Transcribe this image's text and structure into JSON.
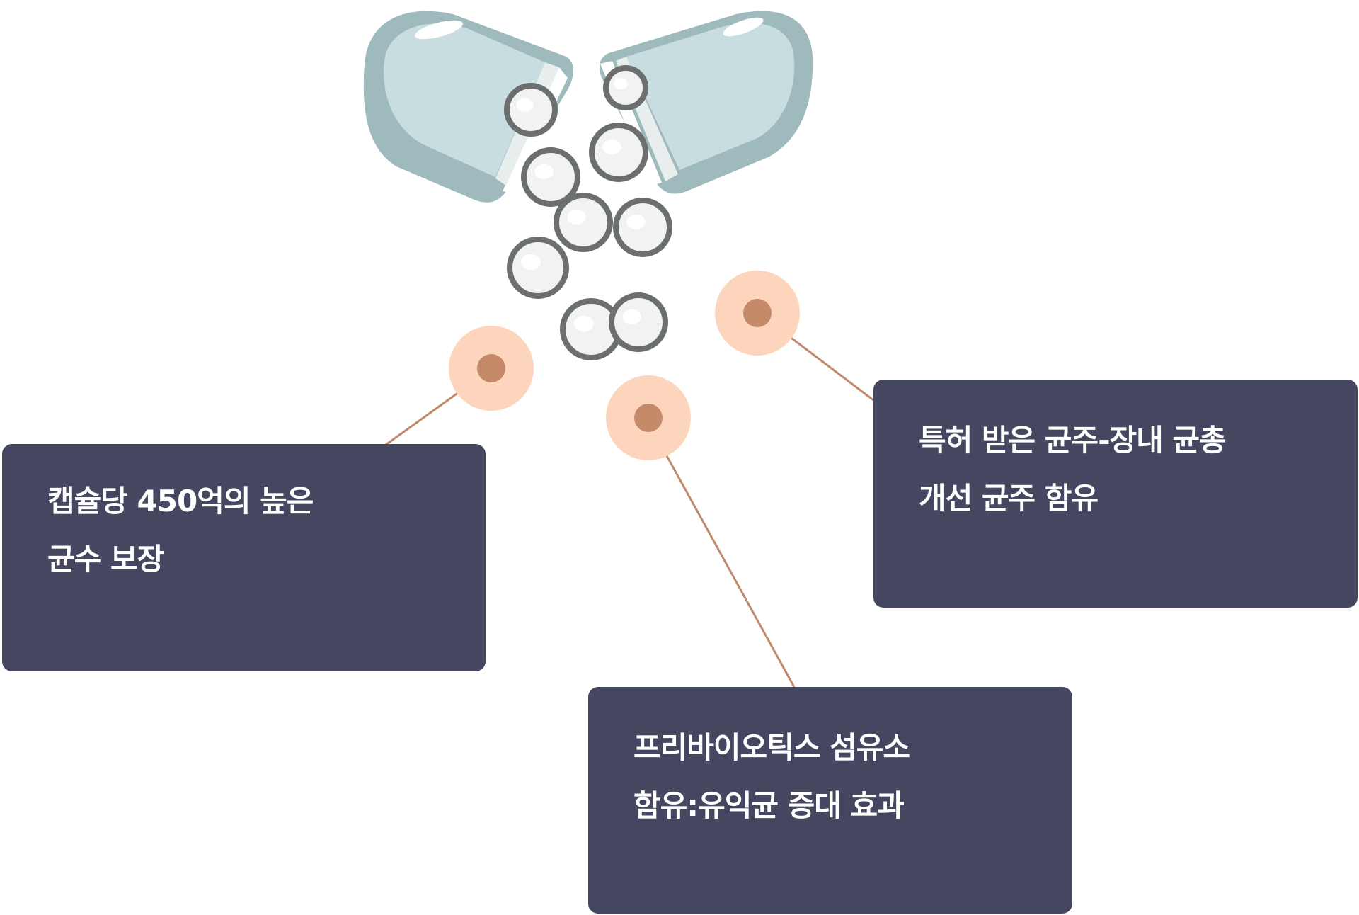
{
  "callouts": {
    "left": {
      "line1": "캡슐당 450억의 높은",
      "line2": "균수 보장"
    },
    "right": {
      "line1": "특허 받은 균주-장내 균총",
      "line2": "개선 균주 함유"
    },
    "bottom": {
      "line1": "프리바이오틱스 섬유소",
      "line2": "함유:유익균 증대 효과"
    }
  },
  "colors": {
    "card_background": "#454660",
    "card_text": "#ffffff",
    "connector": "#c08a6a",
    "marker_outer": "#fdd5bd",
    "marker_inner": "#c48a6a",
    "capsule_body": "#c8dde0",
    "capsule_shade": "#9fbabc",
    "bead_fill": "#f2f2f2",
    "bead_outline": "#6b6f6f"
  },
  "icons": {
    "capsule": "open-capsule-icon",
    "bead": "probiotic-bead-icon",
    "marker": "callout-marker-icon"
  }
}
